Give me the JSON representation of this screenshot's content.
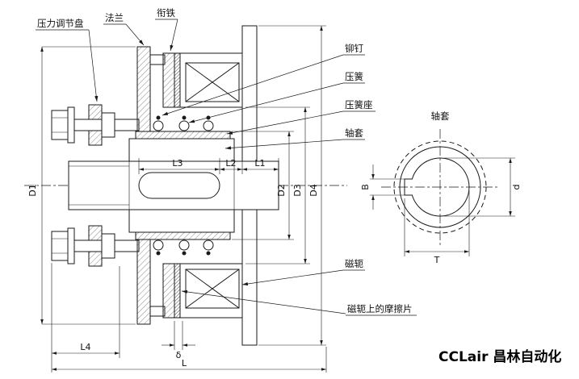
{
  "drawing": {
    "callouts": {
      "pressure_plate": "压力调节盘",
      "flange": "法兰",
      "armature": "衔铁",
      "rivet": "铆钉",
      "spring": "压簧",
      "spring_seat": "压簧座",
      "shaft_sleeve": "轴套",
      "yoke": "磁轭",
      "yoke_friction": "磁轭上的摩擦片"
    },
    "dims": {
      "D1": "D1",
      "D2": "D2",
      "D3": "D3",
      "D4": "D4",
      "L1": "L1",
      "L2": "L2",
      "L3": "L3",
      "L4": "L4",
      "L": "L",
      "delta": "δ",
      "B": "B",
      "d": "d",
      "T": "T"
    },
    "side_view": {
      "title": "轴套"
    },
    "brand": "CCLair 昌林自动化"
  }
}
